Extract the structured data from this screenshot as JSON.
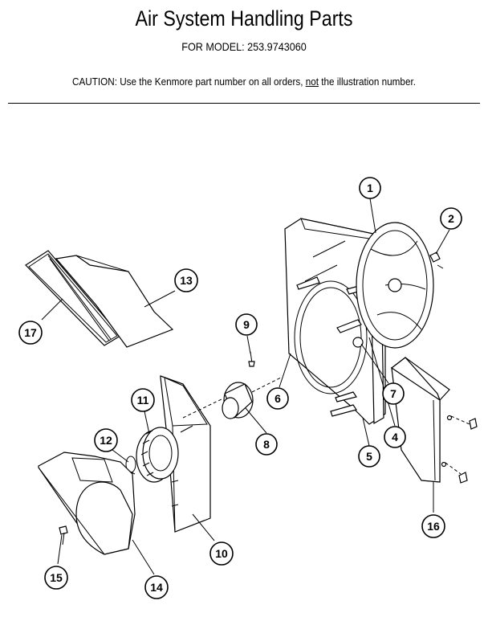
{
  "header": {
    "title": "Air System Handling Parts",
    "model_label": "FOR MODEL:",
    "model_number": "253.9743060",
    "caution_prefix": "CAUTION:  Use the Kenmore part number on all orders, ",
    "caution_emphasis": "not",
    "caution_suffix": " the illustration number."
  },
  "callouts": [
    {
      "id": "1",
      "label": "1"
    },
    {
      "id": "2",
      "label": "2"
    },
    {
      "id": "4",
      "label": "4"
    },
    {
      "id": "5",
      "label": "5"
    },
    {
      "id": "6",
      "label": "6"
    },
    {
      "id": "7",
      "label": "7"
    },
    {
      "id": "8",
      "label": "8"
    },
    {
      "id": "9",
      "label": "9"
    },
    {
      "id": "10",
      "label": "10"
    },
    {
      "id": "11",
      "label": "11"
    },
    {
      "id": "12",
      "label": "12"
    },
    {
      "id": "13",
      "label": "13"
    },
    {
      "id": "14",
      "label": "14"
    },
    {
      "id": "15",
      "label": "15"
    },
    {
      "id": "16",
      "label": "16"
    },
    {
      "id": "17",
      "label": "17"
    }
  ]
}
